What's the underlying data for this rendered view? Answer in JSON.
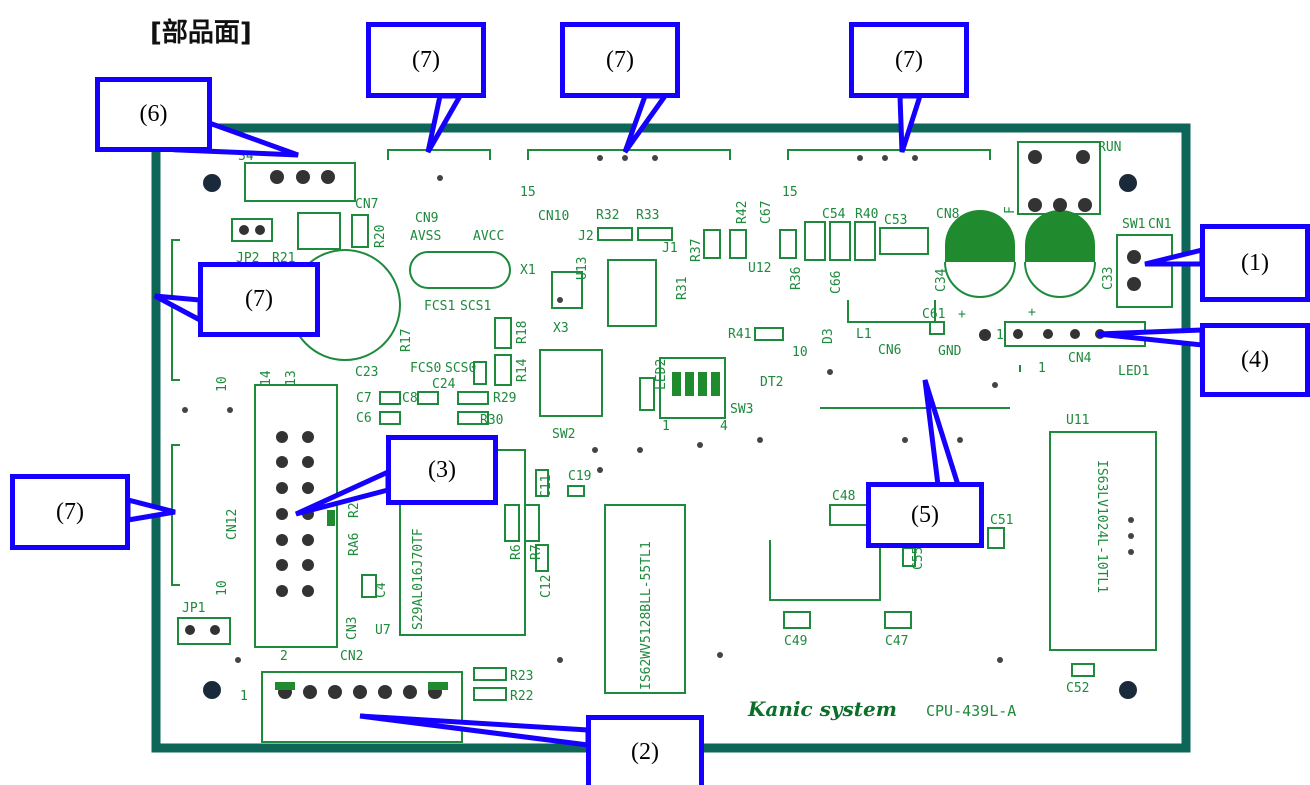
{
  "title": "[部品面]",
  "colors": {
    "callout_border": "#1500ff",
    "board_frame": "#0e6658",
    "silkscreen": "#1d8a3c",
    "pad": "#222222"
  },
  "board": {
    "brand": "Kanic system",
    "model": "CPU-439L-A",
    "parts": {
      "cn1": "CN1",
      "sw1": "SW1",
      "run": "RUN",
      "f": "F",
      "c33": "C33",
      "c34": "C34",
      "cn4": "CN4",
      "led1": "LED1",
      "cn6": "CN6",
      "gnd": "GND",
      "c61": "C61",
      "l1": "L1",
      "u11": "U11",
      "u11chip": "IS63LV1024L-10TL1",
      "cn8": "CN8",
      "c53": "C53",
      "c54": "C54",
      "r40": "R40",
      "c66": "C66",
      "d3": "D3",
      "dt2": "DT2",
      "r36": "R36",
      "u12": "U12",
      "cn10": "CN10",
      "r32": "R32",
      "r33": "R33",
      "j1": "J1",
      "j2": "J2",
      "u13": "U13",
      "x3": "X3",
      "x1": "X1",
      "cn9": "CN9",
      "avss": "AVSS",
      "avcc": "AVCC",
      "cn7": "CN7",
      "r20": "R20",
      "r21": "R21",
      "jp2": "JP2",
      "c23": "C23",
      "r17": "R17",
      "r18": "R18",
      "r14": "R14",
      "c24": "C24",
      "c7": "C7",
      "c8": "C8",
      "c6": "C6",
      "r29": "R29",
      "r30": "R30",
      "sw2": "SW2",
      "sw3": "SW3",
      "led2": "LED2",
      "cn12": "CN12",
      "cn3": "CN3",
      "c4": "C4",
      "u7": "U7",
      "u7chip": "S29AL016J70TF",
      "c11": "C11",
      "c19": "C19",
      "r6": "R6",
      "r7": "R7",
      "c12": "C12",
      "u_mcu": "IS62WV5128BLL-55TL1",
      "cn2": "CN2",
      "r22": "R22",
      "r23": "R23",
      "jp1": "JP1",
      "c48": "C48",
      "c49": "C49",
      "c47": "C47",
      "c55": "C55",
      "c51": "C51",
      "c52": "C52",
      "r41": "R41",
      "r31": "R31",
      "r37": "R37",
      "r42": "R42",
      "c67": "C67",
      "fcs1": "FCS1",
      "scs1": "SCS1",
      "fcs0": "FCS0",
      "scs0": "SCS0",
      "r2": "R2",
      "ra6": "RA6",
      "p15": "15",
      "p1": "1",
      "p2": "2",
      "p10": "10",
      "p14": "14",
      "p13": "13",
      "p34": "34",
      "p4": "4",
      "plus": "+"
    }
  },
  "callouts": [
    {
      "id": "c1",
      "label": "(1)"
    },
    {
      "id": "c2",
      "label": "(2)"
    },
    {
      "id": "c3",
      "label": "(3)"
    },
    {
      "id": "c4",
      "label": "(4)"
    },
    {
      "id": "c5",
      "label": "(5)"
    },
    {
      "id": "c6",
      "label": "(6)"
    },
    {
      "id": "c7a",
      "label": "(7)"
    },
    {
      "id": "c7b",
      "label": "(7)"
    },
    {
      "id": "c7c",
      "label": "(7)"
    },
    {
      "id": "c7d",
      "label": "(7)"
    },
    {
      "id": "c7e",
      "label": "(7)"
    }
  ]
}
